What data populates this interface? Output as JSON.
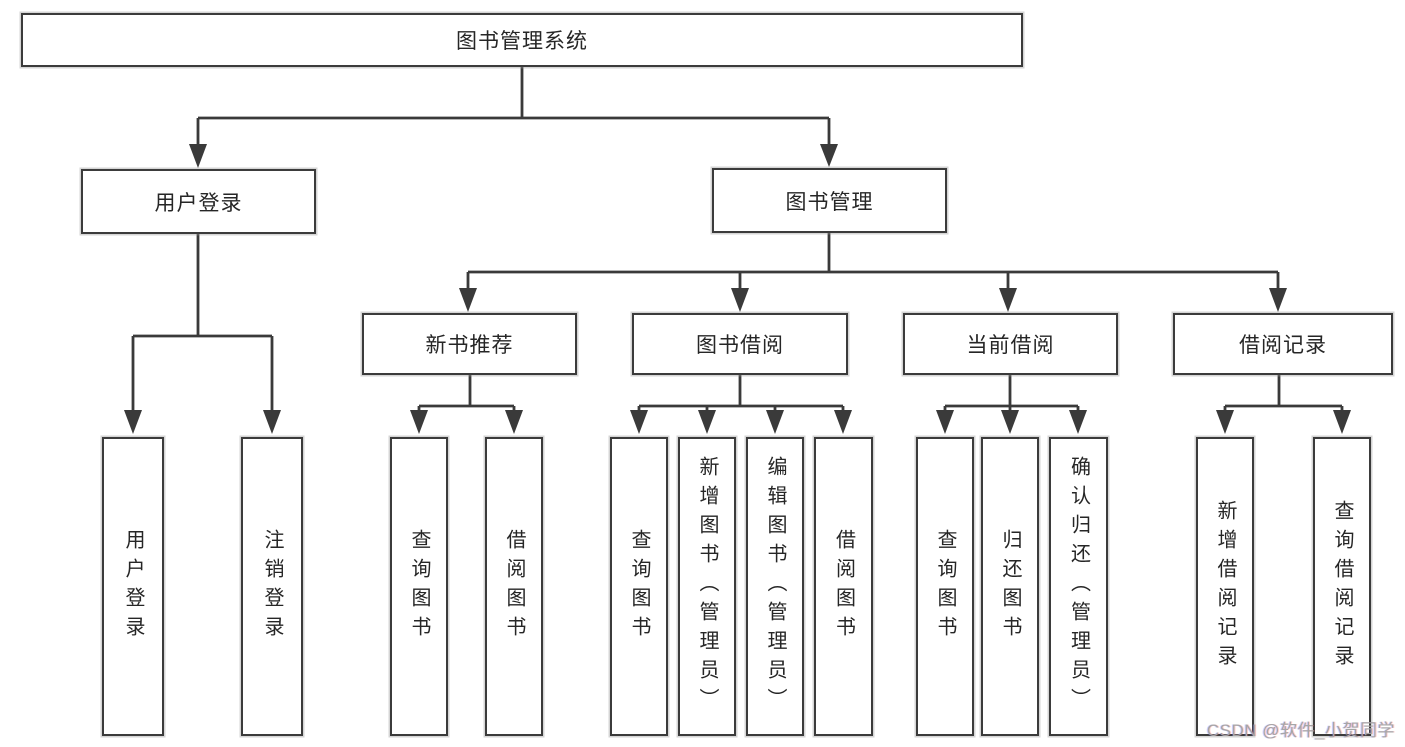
{
  "diagram": {
    "root": {
      "label": "图书管理系统"
    },
    "branches": [
      {
        "label": "用户登录",
        "children": [
          {
            "label": "用户登录"
          },
          {
            "label": "注销登录"
          }
        ]
      },
      {
        "label": "图书管理",
        "children": [
          {
            "label": "新书推荐",
            "children": [
              {
                "label": "查询图书"
              },
              {
                "label": "借阅图书"
              }
            ]
          },
          {
            "label": "图书借阅",
            "children": [
              {
                "label": "查询图书"
              },
              {
                "label": "新增图书（管理员）"
              },
              {
                "label": "编辑图书（管理员）"
              },
              {
                "label": "借阅图书"
              }
            ]
          },
          {
            "label": "当前借阅",
            "children": [
              {
                "label": "查询图书"
              },
              {
                "label": "归还图书"
              },
              {
                "label": "确认归还（管理员）"
              }
            ]
          },
          {
            "label": "借阅记录",
            "children": [
              {
                "label": "新增借阅记录"
              },
              {
                "label": "查询借阅记录"
              }
            ]
          }
        ]
      }
    ]
  },
  "watermark": "CSDN @软件_小贺同学",
  "colors": {
    "line": "#3a3a3a",
    "text": "#262626",
    "background": "#ffffff",
    "watermark": "#a6a6a6"
  }
}
